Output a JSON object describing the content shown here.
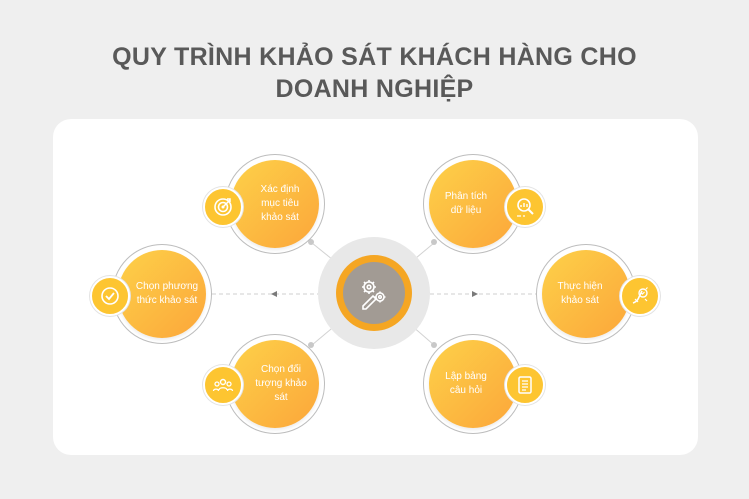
{
  "title": {
    "line1": "QUY TRÌNH KHẢO SÁT KHÁCH HÀNG CHO",
    "line2": "DOANH NGHIỆP"
  },
  "center": {
    "icon": "gears-pencil-icon"
  },
  "steps": [
    {
      "label": "Xác định mục tiêu khảo sát",
      "icon": "target-icon"
    },
    {
      "label": "Phân tích dữ liệu",
      "icon": "magnifier-chart-icon"
    },
    {
      "label": "Thực hiện khảo sát",
      "icon": "survey-hand-icon"
    },
    {
      "label": "Lập bảng câu hỏi",
      "icon": "questionnaire-icon"
    },
    {
      "label": "Chọn đối tượng khảo sát",
      "icon": "people-group-icon"
    },
    {
      "label": "Chọn phương thức khảo sát",
      "icon": "checkmark-icon"
    }
  ],
  "colors": {
    "accent": "#f5a623",
    "bubble_start": "#fdd149",
    "bubble_end": "#fca63a",
    "title": "#595959"
  }
}
